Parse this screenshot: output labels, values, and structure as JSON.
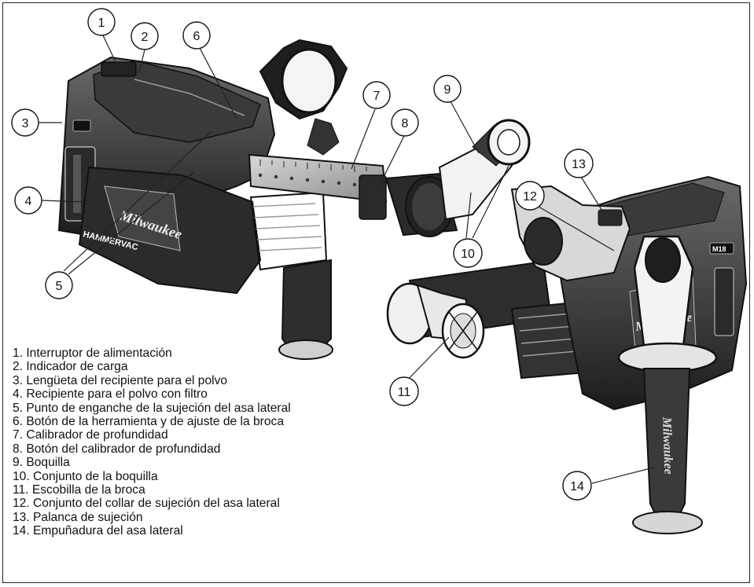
{
  "callouts": [
    "1",
    "2",
    "3",
    "4",
    "5",
    "6",
    "7",
    "8",
    "9",
    "10",
    "11",
    "12",
    "13",
    "14"
  ],
  "legend": [
    "1. Interruptor de alimentación",
    "2. Indicador de carga",
    "3. Lengüeta del recipiente para el polvo",
    "4. Recipiente para el polvo con filtro",
    "5. Punto de enganche de la sujeción del asa lateral",
    "6. Botón de la herramienta y de ajuste de la broca",
    "7. Calibrador de profundidad",
    "8. Botón del calibrador de profundidad",
    "9. Boquilla",
    "10. Conjunto de la boquilla",
    "11. Escobilla de la broca",
    "12. Conjunto del collar de sujeción del asa lateral",
    "13. Palanca de sujeción",
    "14. Empuñadura del asa lateral"
  ],
  "branding": {
    "brand": "Milwaukee",
    "product": "HAMMERVAC",
    "badge": "M18"
  }
}
